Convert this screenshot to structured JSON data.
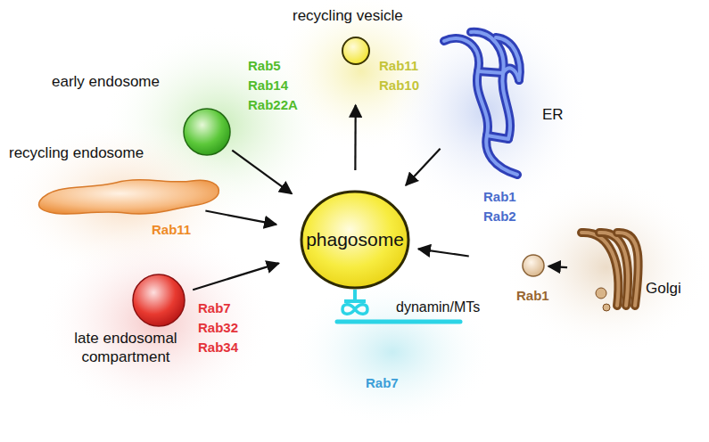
{
  "diagram": {
    "nodes": [
      {
        "text": [
          "phagosome"
        ]
      },
      {
        "text": [
          "recycling vesicle",
          "Rab11 Rab10"
        ]
      },
      {
        "text": [
          "early endosome",
          "Rab5 Rab14 Rab22A"
        ]
      },
      {
        "text": [
          "recycling endosome",
          "Rab11"
        ]
      },
      {
        "text": [
          "late endosomal compartment",
          "Rab7 Rab32 Rab34"
        ]
      },
      {
        "text": [
          "ER",
          "Rab1 Rab2"
        ]
      },
      {
        "text": [
          "Golgi"
        ]
      },
      {
        "text": [
          "Rab1"
        ]
      },
      {
        "text": [
          "dynamin/MTs",
          "Rab7"
        ]
      }
    ],
    "edges": [
      {
        "from": 2,
        "to": 0,
        "arrow": "to"
      },
      {
        "from": 3,
        "to": 0,
        "arrow": "to"
      },
      {
        "from": 4,
        "to": 0,
        "arrow": "to"
      },
      {
        "from": 5,
        "to": 0,
        "arrow": "to"
      },
      {
        "from": 7,
        "to": 0,
        "arrow": "to"
      },
      {
        "from": 6,
        "to": 7,
        "arrow": "to"
      },
      {
        "from": 0,
        "to": 1,
        "arrow": "to"
      }
    ]
  }
}
